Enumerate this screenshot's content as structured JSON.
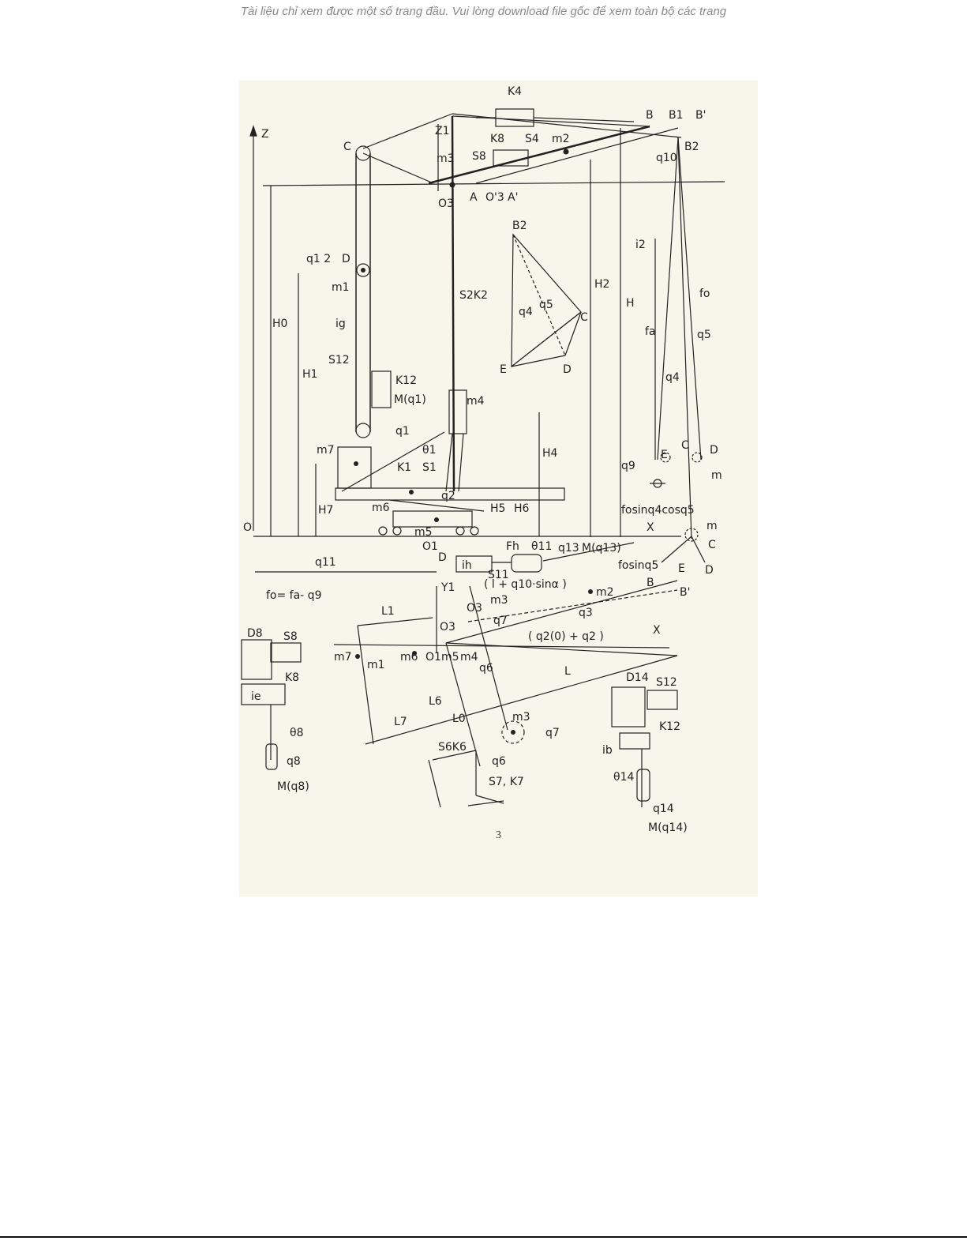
{
  "notice": "Tài liệu chỉ xem được một số trang đầu. Vui lòng download file gốc để xem toàn bộ các trang",
  "page_number": "3",
  "labels": {
    "Z": "Z",
    "Z1": "Z1",
    "C_top": "C",
    "D_left": "D",
    "K4": "K4",
    "S4": "S4",
    "K8": "K8",
    "S8": "S8",
    "m2": "m2",
    "m3": "m3",
    "B": "B",
    "B1": "B1",
    "B_prime": "B'",
    "B2": "B2",
    "q10": "q10",
    "O3": "O3",
    "A": "A",
    "O3p": "O'3",
    "Ap": "A'",
    "q12": "q1 2",
    "m1": "m1",
    "H0": "H0",
    "ig": "ig",
    "H1": "H1",
    "S12": "S12",
    "K12": "K12",
    "Mq1": "M(q1)",
    "q1": "q1",
    "theta1": "θ1",
    "K1": "K1",
    "S1": "S1",
    "S2K2": "S2K2",
    "m4": "m4",
    "H4": "H4",
    "B2_tri": "B2",
    "q5_tri": "q5",
    "q4_tri": "q4",
    "C_tri": "C",
    "E_tri": "E",
    "D_tri": "D",
    "i2": "i2",
    "H2": "H2",
    "H": "H",
    "fo": "fo",
    "fa": "fa",
    "q5": "q5",
    "q4": "q4",
    "m7": "m7",
    "H7": "H7",
    "m6": "m6",
    "q2": "q2",
    "H5": "H5",
    "H6": "H6",
    "m5": "m5",
    "O": "O",
    "O1": "O1",
    "Fh": "Fh",
    "theta11": "θ11",
    "q13": "q13",
    "Mq13": "M(q13)",
    "D11": "D",
    "ih": "ih",
    "S11": "S11",
    "q9": "q9",
    "E_r": "E",
    "C_r": "C",
    "D_r": "D",
    "m_r": "m",
    "fosin": "fosinq4cosq5",
    "X_r": "X",
    "m_r2": "m",
    "C_r2": "C",
    "fosinq5": "fosinq5",
    "E_r2": "E",
    "D_r2": "D",
    "B_r2": "B",
    "Bp_r2": "B'",
    "q11": "q11",
    "fo_eq": "fo= fa- q9",
    "Y1": "Y1",
    "lq10": "( l + q10·sinα )",
    "m2_b": "m2",
    "O3_b": "O3",
    "m3_b": "m3",
    "q7": "q7",
    "q3": "q3",
    "L1": "L1",
    "O3b2": "O3",
    "q2sum": "( q2(0) + q2 )",
    "X_b": "X",
    "D8": "D8",
    "S8_b": "S8",
    "K8_b": "K8",
    "m7_b": "m7",
    "m1_b": "m1",
    "m6_b": "m6",
    "O1_b": "O1",
    "m5_b": "m5",
    "m4_b": "m4",
    "q6": "q6",
    "L": "L",
    "ie": "ie",
    "theta8": "θ8",
    "q8": "q8",
    "Mq8": "M(q8)",
    "L6": "L6",
    "L7": "L7",
    "L0": "L0",
    "m3_c": "m3",
    "q7_c": "q7",
    "S6K6": "S6K6",
    "q6_c": "q6",
    "S7K7": "S7, K7",
    "D14": "D14",
    "S12_b": "S12",
    "K12_b": "K12",
    "ib": "ib",
    "theta14": "θ14",
    "q14": "q14",
    "Mq14": "M(q14)"
  }
}
